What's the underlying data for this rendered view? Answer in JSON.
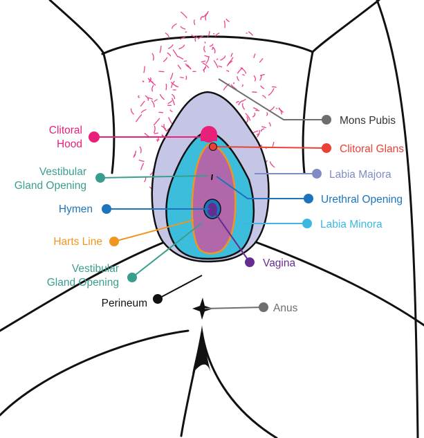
{
  "title": "Vulva anatomy diagram",
  "colors": {
    "outline": "#111111",
    "hair": "#ec3f8e",
    "labia_majora": "#c5c6e6",
    "labia_minora": "#3cbddb",
    "vestibule": "#b068aa",
    "harts_line": "#f0951f"
  },
  "labels": {
    "clitoral_hood": {
      "line1": "Clitoral",
      "line2": "Hood",
      "color": "#e8207a"
    },
    "vestibular_gland_upper": {
      "line1": "Vestibular",
      "line2": "Gland Opening",
      "color": "#3a9e8f"
    },
    "hymen": {
      "text": "Hymen",
      "color": "#1c75bc"
    },
    "harts_line": {
      "text": "Harts Line",
      "color": "#f0951f"
    },
    "vestibular_gland_lower": {
      "line1": "Vestibular",
      "line2": "Gland Opening",
      "color": "#3a9e8f"
    },
    "perineum": {
      "text": "Perineum",
      "color": "#111111"
    },
    "mons_pubis": {
      "text": "Mons Pubis",
      "color": "#6d6e70"
    },
    "clitoral_glans": {
      "text": "Clitoral Glans",
      "color": "#ea4036"
    },
    "labia_majora": {
      "text": "Labia Majora",
      "color": "#7f8cc6"
    },
    "urethral_opening": {
      "text": "Urethral Opening",
      "color": "#1c75bc"
    },
    "labia_minora": {
      "text": "Labia Minora",
      "color": "#3bb8e0"
    },
    "vagina": {
      "text": "Vagina",
      "color": "#662d91"
    },
    "anus": {
      "text": "Anus",
      "color": "#6d6e70"
    }
  }
}
